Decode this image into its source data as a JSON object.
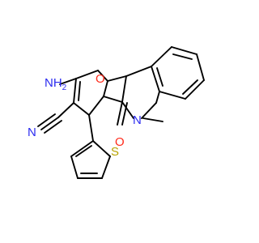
{
  "colors": {
    "bond": "#000000",
    "nitrogen": "#2b2bf0",
    "oxygen": "#ff2a1a",
    "sulfur": "#b8a300",
    "carbon_label": "#000000"
  },
  "atom_labels": {
    "amino": "NH",
    "amino_sub": "2",
    "ring_oxygen": "O",
    "nitrile_nitrogen": "N",
    "lactam_nitrogen": "N",
    "carbonyl_oxygen": "O",
    "thiophene_sulfur": "S"
  }
}
